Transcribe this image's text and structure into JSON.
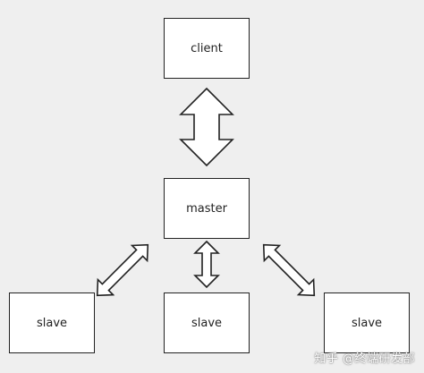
{
  "nodes": {
    "client": "client",
    "master": "master",
    "slave_left": "slave",
    "slave_center": "slave",
    "slave_right": "slave"
  },
  "watermark": "知乎 @终端研发部",
  "colors": {
    "background": "#efefef",
    "node_fill": "#ffffff",
    "stroke": "#222222"
  }
}
